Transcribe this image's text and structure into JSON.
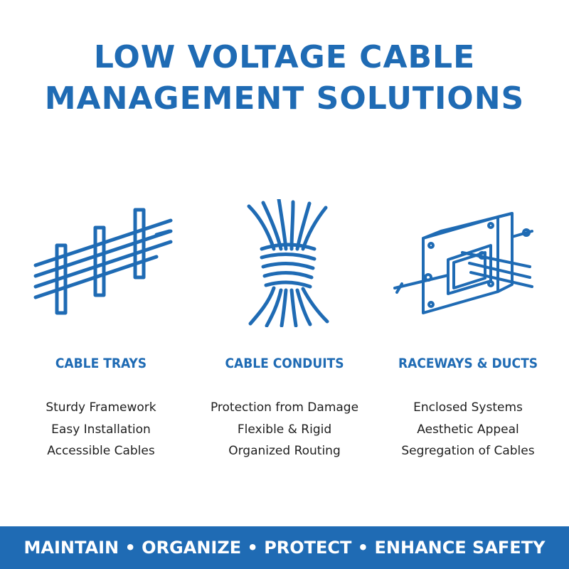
{
  "title": {
    "line1": "LOW VOLTAGE CABLE",
    "line2": "MANAGEMENT SOLUTIONS"
  },
  "columns": [
    {
      "icon": "cable-tray-icon",
      "heading": "CABLE TRAYS",
      "features": [
        "Sturdy Framework",
        "Easy Installation",
        "Accessible Cables"
      ]
    },
    {
      "icon": "cable-bundle-icon",
      "heading": "CABLE CONDUITS",
      "features": [
        "Protection from Damage",
        "Flexible & Rigid",
        "Organized Routing"
      ]
    },
    {
      "icon": "junction-box-icon",
      "heading": "RACEWAYS & DUCTS",
      "features": [
        "Enclosed Systems",
        "Aesthetic Appeal",
        "Segregation of Cables"
      ]
    }
  ],
  "banner": "MAINTAIN • ORGANIZE • PROTECT • ENHANCE SAFETY",
  "colors": {
    "accent": "#1f6bb4",
    "text": "#1e1e1e",
    "background": "#ffffff"
  }
}
